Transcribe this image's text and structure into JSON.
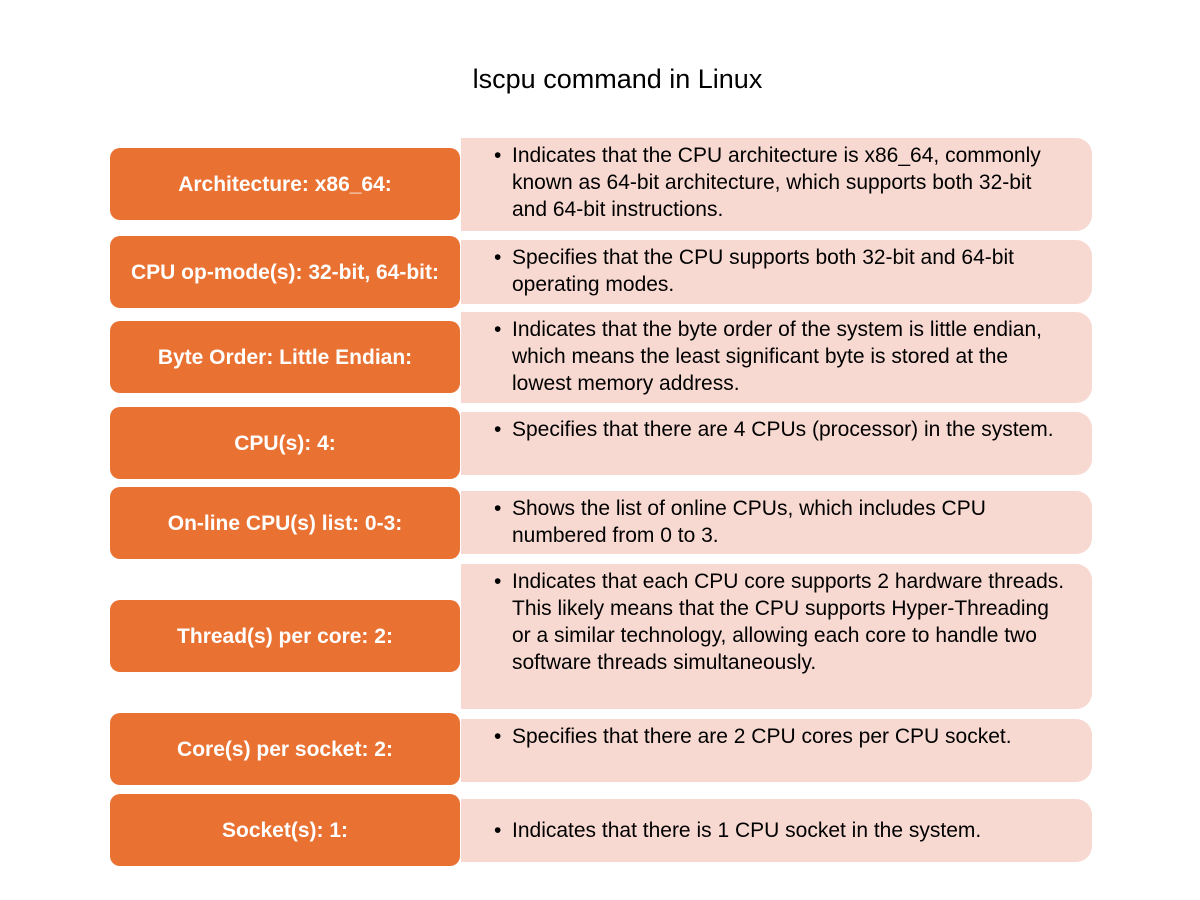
{
  "title": "lscpu command in Linux",
  "rows": [
    {
      "label": "Architecture: x86_64:",
      "description": "Indicates that the CPU architecture is x86_64, commonly known as 64-bit architecture, which supports both 32-bit and 64-bit instructions."
    },
    {
      "label": "CPU op-mode(s): 32-bit, 64-bit:",
      "description": "Specifies that the CPU supports both 32-bit and 64-bit operating modes."
    },
    {
      "label": "Byte Order: Little Endian:",
      "description": "Indicates that the byte order of the system is little endian, which means the least significant byte is stored at the lowest memory address."
    },
    {
      "label": "CPU(s): 4:",
      "description": "Specifies that there are 4 CPUs (processor) in the system."
    },
    {
      "label": "On-line CPU(s) list: 0-3:",
      "description": "Shows the list of online CPUs, which includes CPU numbered from 0 to 3."
    },
    {
      "label": "Thread(s) per core: 2:",
      "description": "Indicates that each CPU core supports 2 hardware threads. This likely means that the CPU supports Hyper-Threading or a similar technology, allowing each core to handle two software threads simultaneously."
    },
    {
      "label": "Core(s) per socket: 2:",
      "description": "Specifies that there are 2 CPU cores per CPU socket."
    },
    {
      "label": "Socket(s): 1:",
      "description": "Indicates that there is 1 CPU socket in the system."
    }
  ],
  "colors": {
    "label_bg": "#E97132",
    "description_bg": "#F7D9D1"
  }
}
